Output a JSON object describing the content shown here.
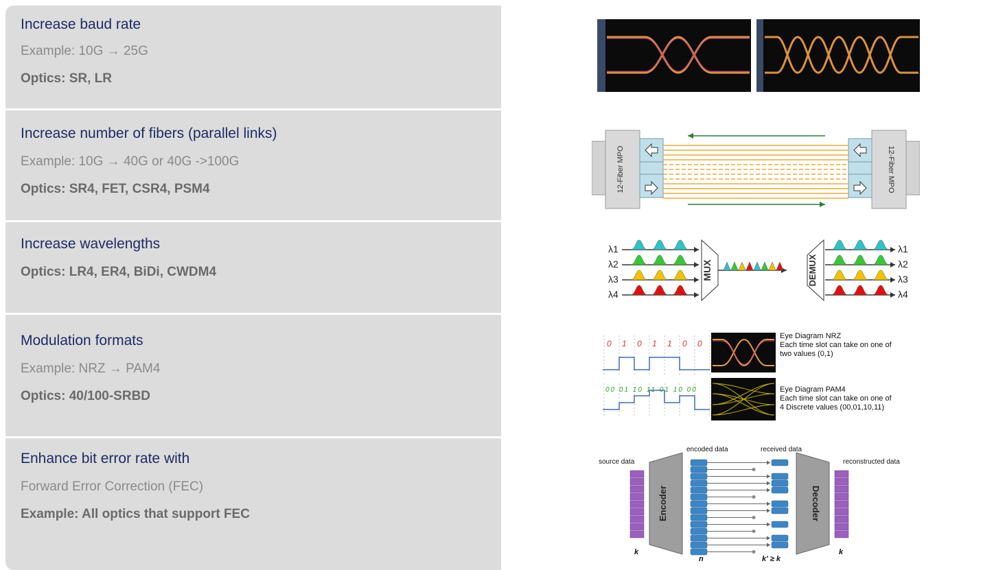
{
  "rows": [
    {
      "title": "Increase baud rate",
      "example": "Example: 10G → 25G",
      "optics": "Optics: SR, LR"
    },
    {
      "title": "Increase number of fibers (parallel links)",
      "example": "Example: 10G → 40G or 40G ->100G",
      "optics": "Optics: SR4, FET, CSR4, PSM4",
      "diagram": {
        "left_label": "12-Fiber MPO",
        "right_label": "12-Fiber MPO"
      }
    },
    {
      "title": "Increase wavelengths",
      "optics": "Optics: LR4, ER4, BiDi, CWDM4",
      "diagram": {
        "mux": "MUX",
        "demux": "DEMUX",
        "lambdas": [
          "λ1",
          "λ2",
          "λ3",
          "λ4"
        ],
        "colors": [
          "#2ec4c4",
          "#37c837",
          "#f2c300",
          "#e01010"
        ]
      }
    },
    {
      "title": "Modulation formats",
      "example": "Example: NRZ → PAM4",
      "optics": "Optics: 40/100-SRBD",
      "diagram": {
        "nrz_bits": "0 1 0 1 1 0 0",
        "pam4_bits": "00 01 10 11 01 10 00",
        "nrz_title": "Eye Diagram NRZ",
        "nrz_desc1": "Each time slot can take on one of",
        "nrz_desc2": "two values (0,1)",
        "pam4_title": "Eye Diagram PAM4",
        "pam4_desc1": "Each time slot can take on one of",
        "pam4_desc2": "4  Discrete values (00,01,10,11)"
      }
    },
    {
      "title": "Enhance bit error rate with",
      "example": "Forward Error Correction (FEC)",
      "optics": "Example: All optics that support FEC",
      "diagram": {
        "source": "source data",
        "encoded": "encoded data",
        "received": "received data",
        "reconstructed": "reconstructed data",
        "encoder": "Encoder",
        "decoder": "Decoder",
        "k": "k",
        "n": "n",
        "kprime": "k' ≥ k",
        "k2": "k"
      }
    }
  ]
}
